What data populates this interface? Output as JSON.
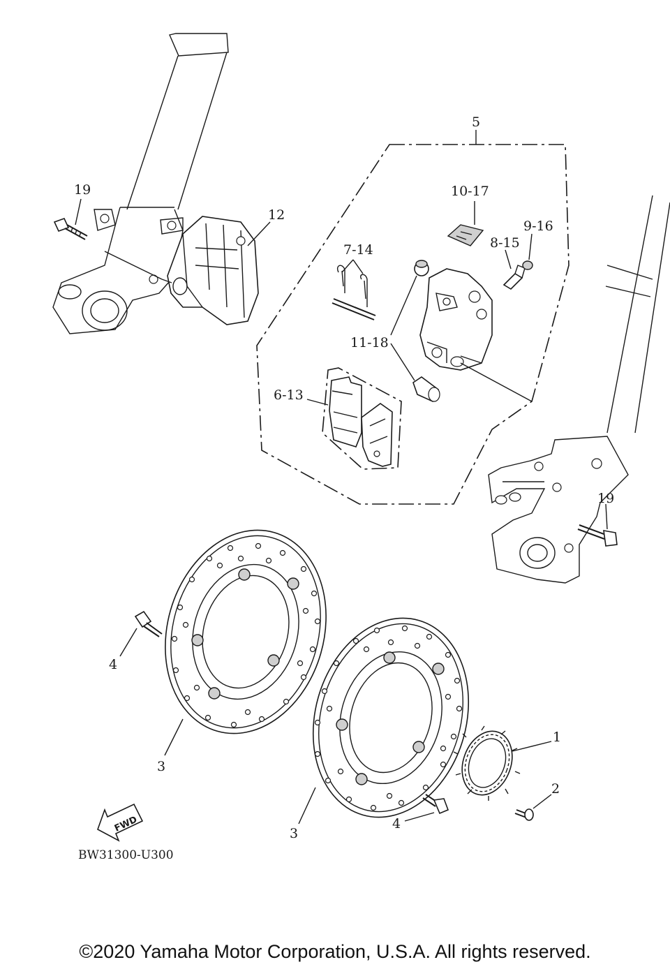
{
  "callouts": {
    "c1": "1",
    "c2": "2",
    "c3a": "3",
    "c3b": "3",
    "c4a": "4",
    "c4b": "4",
    "c5": "5",
    "c6_13": "6-13",
    "c7_14": "7-14",
    "c8_15": "8-15",
    "c9_16": "9-16",
    "c10_17": "10-17",
    "c11_18": "11-18",
    "c12": "12",
    "c19a": "19",
    "c19b": "19"
  },
  "fwd_label": "FWD",
  "diagram_code": "BW31300-U300",
  "copyright": "©2020 Yamaha Motor Corporation, U.S.A. All rights reserved."
}
